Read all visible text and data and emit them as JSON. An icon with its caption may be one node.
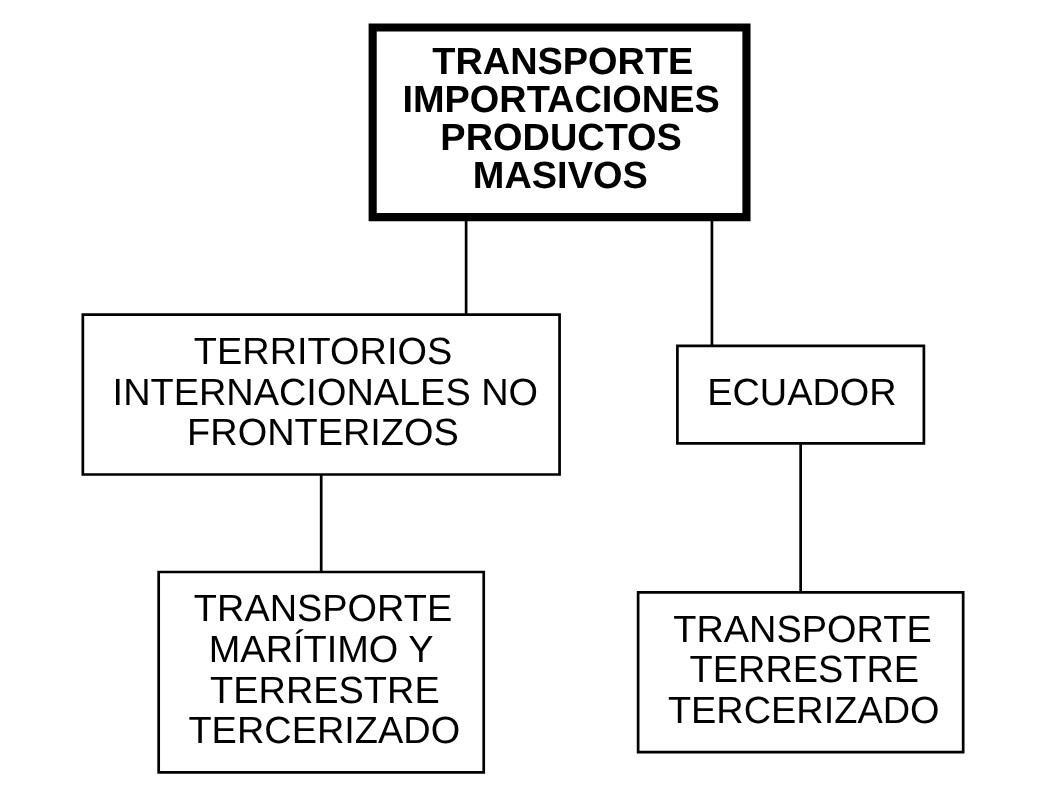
{
  "diagram": {
    "nodes": [
      {
        "text": [
          "TRANSPORTE IMPORTACIONES PRODUCTOS MASIVOS"
        ]
      },
      {
        "text": [
          "TERRITORIOS INTERNACIONALES NO FRONTERIZOS"
        ]
      },
      {
        "text": [
          "ECUADOR"
        ]
      },
      {
        "text": [
          "TRANSPORTE MARÍTIMO Y TERRESTRE TERCERIZADO"
        ]
      },
      {
        "text": [
          "TRANSPORTE TERRESTRE TERCERIZADO"
        ]
      }
    ],
    "edges": [
      {
        "from": 0,
        "to": 1,
        "arrow": "none"
      },
      {
        "from": 0,
        "to": 2,
        "arrow": "none"
      },
      {
        "from": 1,
        "to": 3,
        "arrow": "none"
      },
      {
        "from": 2,
        "to": 4,
        "arrow": "none"
      }
    ]
  }
}
